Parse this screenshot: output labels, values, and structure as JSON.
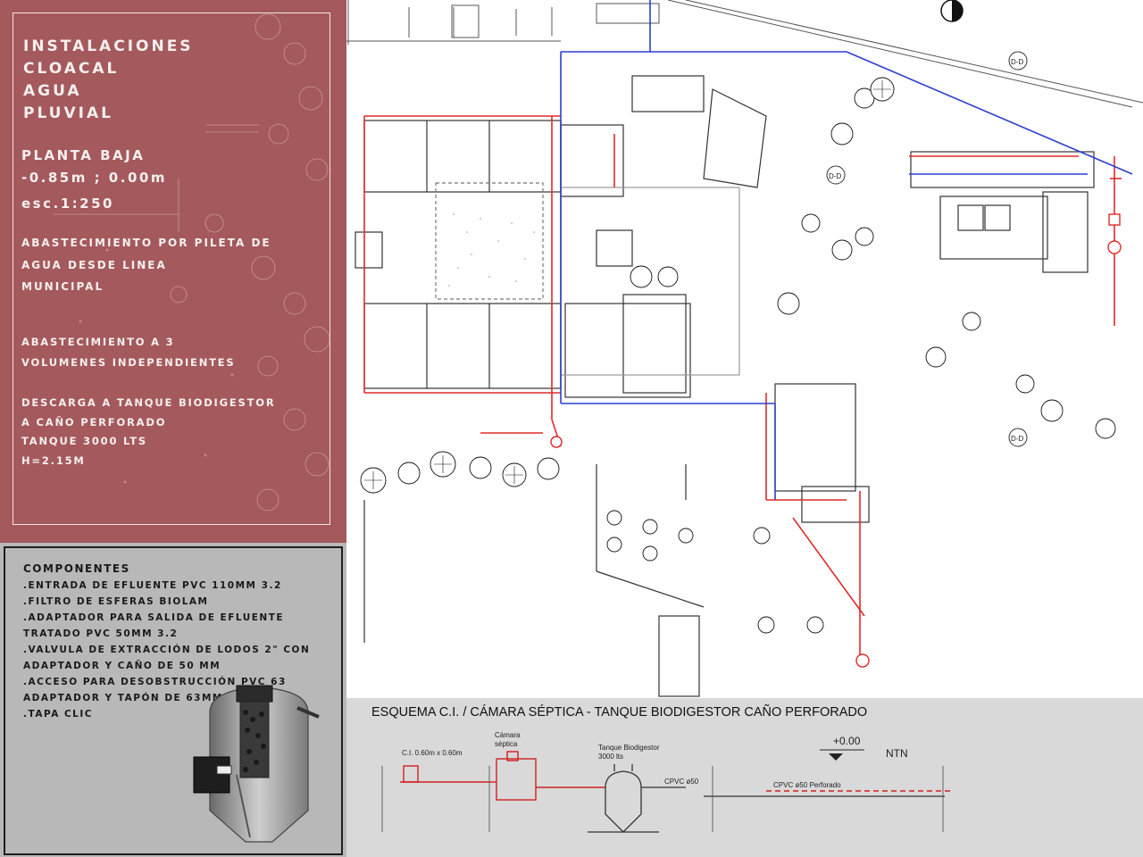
{
  "info_panel": {
    "title_lines": [
      "INSTALACIONES",
      "CLOACAL",
      "AGUA",
      "PLUVIAL"
    ],
    "level_lines": [
      "PLANTA BAJA",
      "-0.85m ; 0.00m",
      "esc.1:250"
    ],
    "supply_lines": [
      "ABASTECIMIENTO POR PILETA DE",
      "AGUA DESDE LINEA",
      "MUNICIPAL"
    ],
    "volumes_lines": [
      "abastecimiento a 3",
      "volumenes independientes"
    ],
    "discharge_lines": [
      "descarga a tanque biodigestor",
      "a caño perforado",
      "tanque 3000 lts",
      "h=2.15m"
    ],
    "colors": {
      "background": "#a4595c",
      "text": "#f6efef"
    }
  },
  "components": {
    "title": "COMPONENTES",
    "items": [
      ".entrada de efluente pvc 110mm 3.2",
      ".filtro de esferas biolam",
      ".adaptador para salida de efluente",
      "tratado pvc 50mm 3.2",
      ".valvula de extracción de lodos 2\" con",
      "adaptador y caño de 50 mm",
      ".acceso para desobstrucción pvc 63",
      "adaptador y tapón de 63mm",
      ".tapa clic"
    ]
  },
  "plan": {
    "labels": {
      "view_a": "D-D",
      "view_b": "D-D",
      "view_c": "D-D"
    },
    "colors": {
      "sewer": "#e02a2a",
      "water": "#2a3fd0",
      "lines": "#333333"
    }
  },
  "scheme": {
    "title": "ESQUEMA  C.I. / CÁMARA SÉPTICA - TANQUE BIODIGESTOR CAÑO PERFORADO",
    "level": "+0.00",
    "ntn": "NTN",
    "ci_label": "C.I.   0.60m x 0.60m",
    "camara_label": [
      "Cámara",
      "séptica"
    ],
    "tanque_label": [
      "Tanque Biodigestor",
      "3000 lts"
    ],
    "cpvc_label": "CPVC ø50",
    "perforado_label": "CPVC ø50 Perforado"
  }
}
